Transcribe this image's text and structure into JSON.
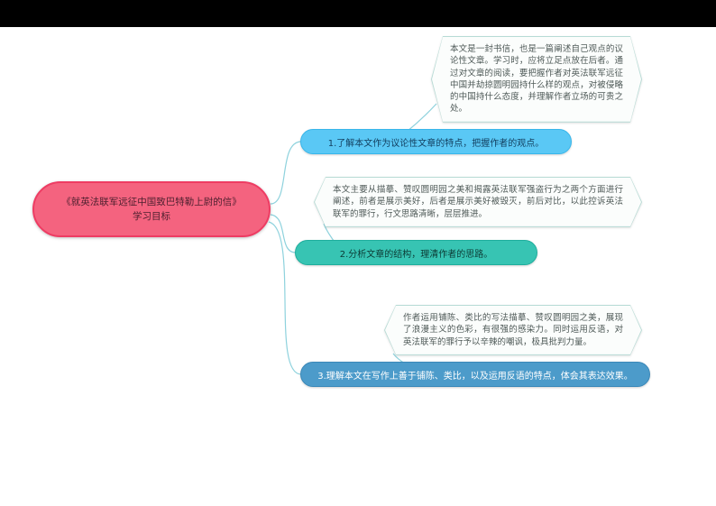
{
  "slide": {
    "top_bar_color": "#000000",
    "background_color": "#ffffff"
  },
  "mindmap": {
    "connector_color": "#8ed2dd",
    "root": {
      "line1": "《就英法联军远征中国致巴特勒上尉的信》",
      "line2": "学习目标",
      "fill": "#f4637f",
      "border": "#ee3c63",
      "text_color": "#4c1f2e"
    },
    "branches": [
      {
        "label": "1.了解本文作为议论性文章的特点，把握作者的观点。",
        "fill": "#5ac8f5",
        "border": "#38b6ea",
        "text_color": "#123e5e"
      },
      {
        "label": "2.分析文章的结构，理清作者的思路。",
        "fill": "#37c4b3",
        "border": "#1fae9d",
        "text_color": "#0c3a34"
      },
      {
        "label": "3.理解本文在写作上善于铺陈、类比，以及运用反语的特点，体会其表达效果。",
        "fill": "#4c9bca",
        "border": "#3a88b8",
        "text_color": "#ffffff"
      }
    ],
    "notes": [
      {
        "text": "本文是一封书信，也是一篇阐述自己观点的议论性文章。学习时，应将立足点放在后者。通过对文章的阅读，要把握作者对英法联军远征中国并劫掠圆明园持什么样的观点，对被侵略的中国持什么态度，并理解作者立场的可贵之处。",
        "fill": "#fbfdfc",
        "border": "#b7dbd5",
        "text_color": "#4f5a58"
      },
      {
        "text": "本文主要从描摹、赞叹圆明园之美和揭露英法联军强盗行为之两个方面进行阐述，前者是展示美好，后者是展示美好被毁灭，前后对比，以此控诉英法联军的罪行，行文思路清晰，层层推进。",
        "fill": "#fbfdfc",
        "border": "#b7dbd5",
        "text_color": "#4f5a58"
      },
      {
        "text": "作者运用铺陈、类比的写法描摹、赞叹圆明园之美，展现了浪漫主义的色彩，有很强的感染力。同时运用反语，对英法联军的罪行予以辛辣的嘲讽，极具批判力量。",
        "fill": "#fbfdfc",
        "border": "#b7dbd5",
        "text_color": "#4f5a58"
      }
    ]
  }
}
